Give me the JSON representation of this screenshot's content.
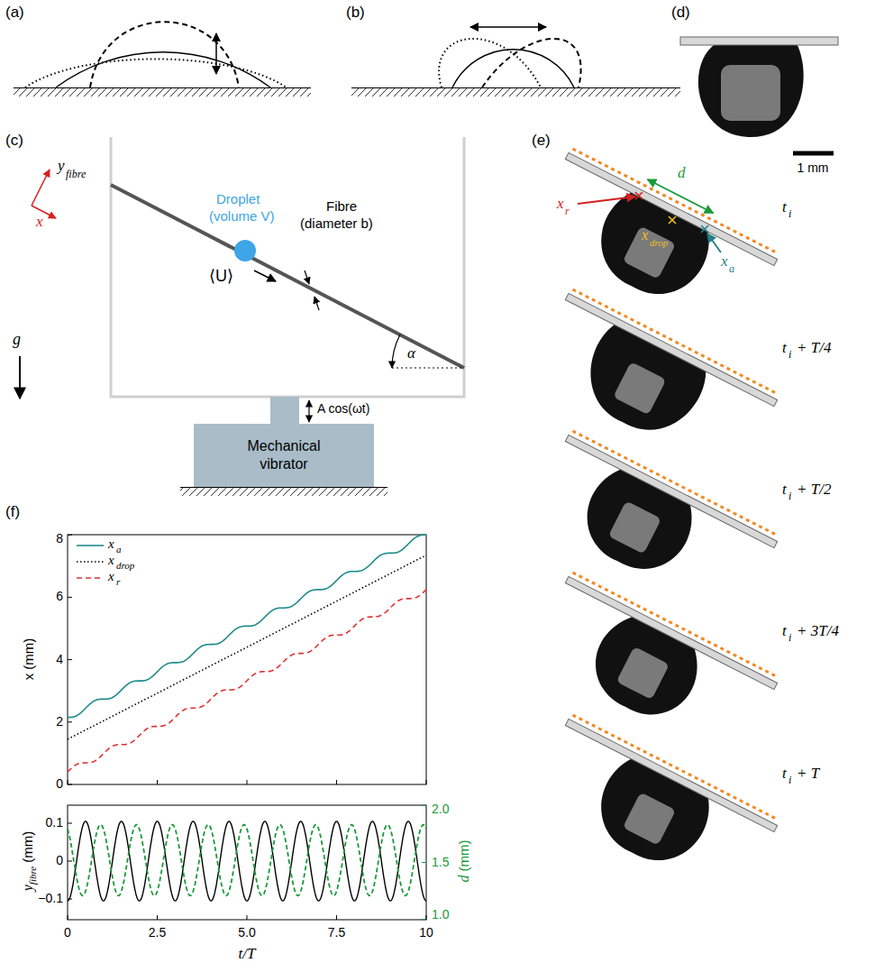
{
  "diagram": {
    "nodes": [
      {
        "text": [
          "Mechanical vibrator"
        ]
      }
    ],
    "labels": [
      "(a)",
      "(b)",
      "(d)",
      "(c)",
      "y",
      "fibre",
      "x",
      "g",
      "Droplet",
      "(volume V)",
      "⟨U⟩",
      "Fibre",
      "(diameter b)",
      "α",
      "A cos(ωt)",
      "(e)",
      "1 mm",
      "d",
      "x",
      "r",
      "x",
      "drop",
      "x",
      "a",
      "t",
      "i",
      "t",
      "i",
      "+ T/4",
      "t",
      "i",
      "+ T/2",
      "t",
      "i",
      "+ 3T/4",
      "t",
      "i",
      "+ T",
      "(f)",
      "x (mm)",
      "0",
      "2",
      "4",
      "6",
      "8",
      "a",
      "drop",
      "r",
      "y",
      "fibre",
      "(mm)",
      "0.1",
      "0",
      "−0.1",
      "d",
      "(mm)",
      "2.0",
      "1.5",
      "1.0",
      "0",
      "2.5",
      "5.0",
      "7.5",
      "10",
      "t/T"
    ],
    "legend": [
      {
        "text": "x"
      },
      {
        "text": "x"
      },
      {
        "text": "x"
      }
    ]
  }
}
